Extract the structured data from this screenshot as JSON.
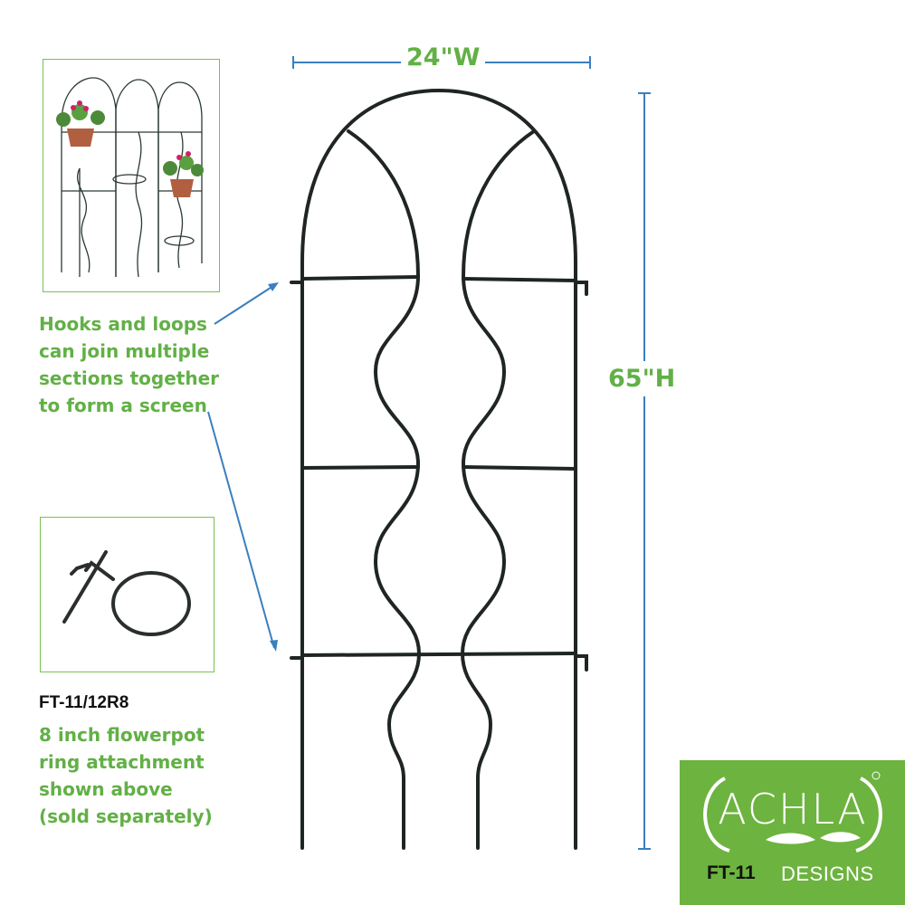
{
  "dimensions": {
    "width": "24\"W",
    "height": "65\"H"
  },
  "callout": {
    "lines": [
      "Hooks and loops",
      "can join multiple",
      "sections together",
      "to form a screen"
    ]
  },
  "accessory": {
    "code": "FT-11/12R8",
    "lines": [
      "8 inch flowerpot",
      "ring attachment",
      "shown above",
      "(sold separately)"
    ]
  },
  "logo": {
    "brand": "ACHLA",
    "model": "FT-11",
    "tagline": "DESIGNS"
  },
  "colors": {
    "green": "#62b046",
    "logo_bg": "#6db33f",
    "blue": "#3a7fc0",
    "metal": "#1f2622"
  }
}
